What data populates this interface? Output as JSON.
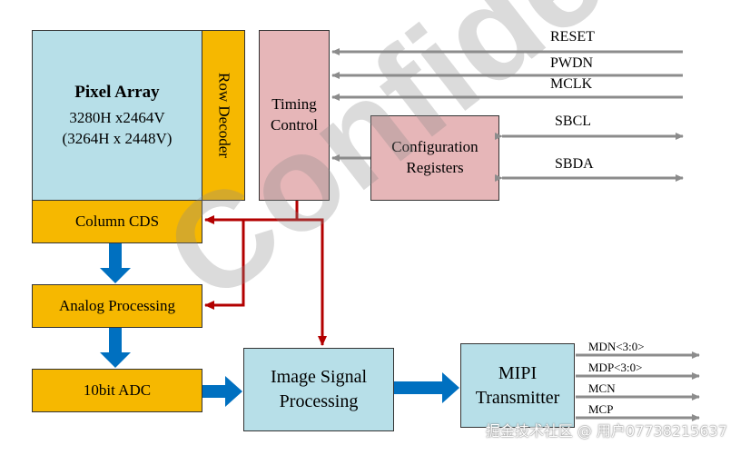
{
  "blocks": {
    "pixel_array": {
      "title": "Pixel Array",
      "line1": "3280H x2464V",
      "line2": "(3264H x 2448V)"
    },
    "row_decoder": "Row Decoder",
    "timing_control": "Timing Control",
    "config_registers": "Configuration Registers",
    "column_cds": "Column CDS",
    "analog_processing": "Analog Processing",
    "adc": "10bit ADC",
    "isp": "Image Signal Processing",
    "mipi": "MIPI Transmitter"
  },
  "signals": {
    "reset": "RESET",
    "pwdn": "PWDN",
    "mclk": "MCLK",
    "sbcl": "SBCL",
    "sbda": "SBDA"
  },
  "outputs": {
    "mdn": "MDN<3:0>",
    "mdp": "MDP<3:0>",
    "mcn": "MCN",
    "mcp": "MCP"
  },
  "watermark": "Confidential",
  "credit": "掘金技术社区 @ 用户07738215637",
  "colors": {
    "blue_block": "#b7dfe8",
    "orange_block": "#f6b800",
    "pink_block": "#e6b6b8",
    "control_arrow": "#b30000",
    "data_arrow": "#0070c0",
    "signal_arrow": "#8c8c8c"
  }
}
